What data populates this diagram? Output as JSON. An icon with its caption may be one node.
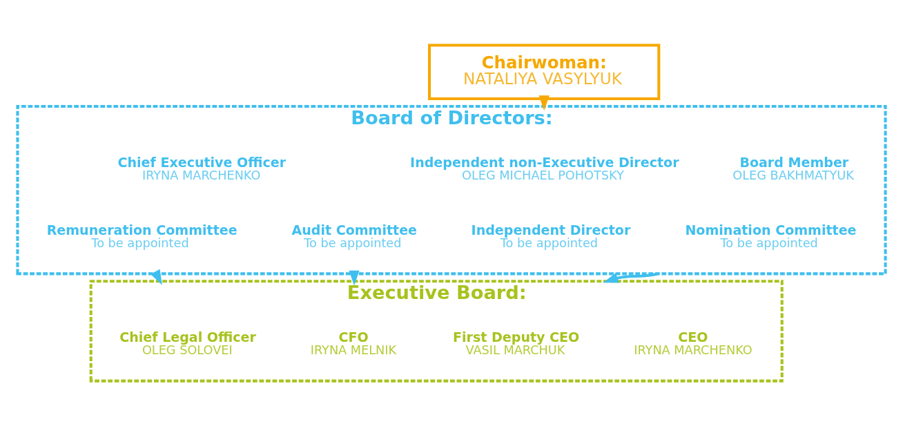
{
  "diagram": {
    "nodes": [
      {
        "text": [
          "Chairwoman:",
          "NATALIYA VASYLYUK"
        ]
      },
      {
        "text": [
          "Board of Directors:"
        ]
      },
      {
        "text": [
          "Board Member",
          "OLEG BAKHMATYUK"
        ],
        "in": 1
      },
      {
        "text": [
          "Independent non-Executive Director",
          "OLEG MICHAEL POHOTSKY"
        ],
        "in": 1
      },
      {
        "text": [
          "Chief Executive Officer",
          "IRYNA MARCHENKO"
        ],
        "in": 1
      },
      {
        "text": [
          "Independent Director",
          "To be appointed"
        ],
        "in": 1
      },
      {
        "text": [
          "Audit Committee",
          "To be appointed"
        ],
        "in": 1
      },
      {
        "text": [
          "Nomination Committee",
          "To be appointed"
        ],
        "in": 1
      },
      {
        "text": [
          "Remuneration Committee",
          "To be appointed"
        ],
        "in": 1
      },
      {
        "text": [
          "Executive Board:"
        ]
      },
      {
        "text": [
          "CEO",
          "IRYNA MARCHENKO"
        ],
        "in": 9
      },
      {
        "text": [
          "CFO",
          "IRYNA MELNIK"
        ],
        "in": 9
      },
      {
        "text": [
          "First Deputy CEO",
          "VASIL MARCHUK"
        ],
        "in": 9
      },
      {
        "text": [
          "Chief Legal Officer",
          "OLEG SOLOVEI"
        ],
        "in": 9
      }
    ],
    "edges": [
      {
        "from": 0,
        "to": 1,
        "arrow": "to",
        "color": "#f5a800"
      },
      {
        "from": 1,
        "to": 9,
        "arrow": "to",
        "color": "#3fbfee"
      },
      {
        "from": 1,
        "to": 9,
        "arrow": "to",
        "color": "#3fbfee"
      },
      {
        "from": 1,
        "to": 9,
        "arrow": "to",
        "color": "#3fbfee"
      }
    ]
  }
}
